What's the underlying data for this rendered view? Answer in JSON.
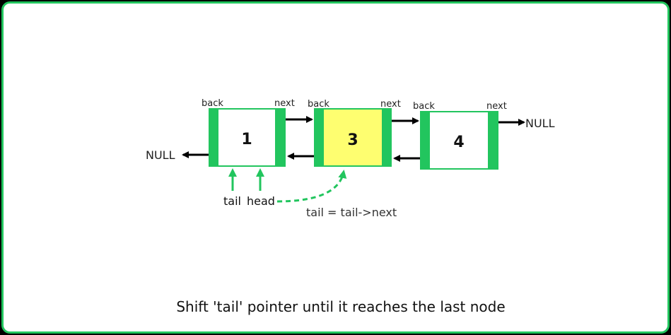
{
  "colors": {
    "node_border": "#22c55e",
    "highlight": "#fefe70",
    "arrow": "#000000",
    "pointer": "#22c55e",
    "frame": "#22c55e"
  },
  "nodes": [
    {
      "value": "1",
      "back_label": "back",
      "next_label": "next",
      "highlighted": false
    },
    {
      "value": "3",
      "back_label": "back",
      "next_label": "next",
      "highlighted": true
    },
    {
      "value": "4",
      "back_label": "back",
      "next_label": "next",
      "highlighted": false
    }
  ],
  "null_left": "NULL",
  "null_right": "NULL",
  "pointers": {
    "tail": "tail",
    "head": "head"
  },
  "code": "tail = tail->next",
  "caption": "Shift 'tail' pointer until it reaches the last node"
}
